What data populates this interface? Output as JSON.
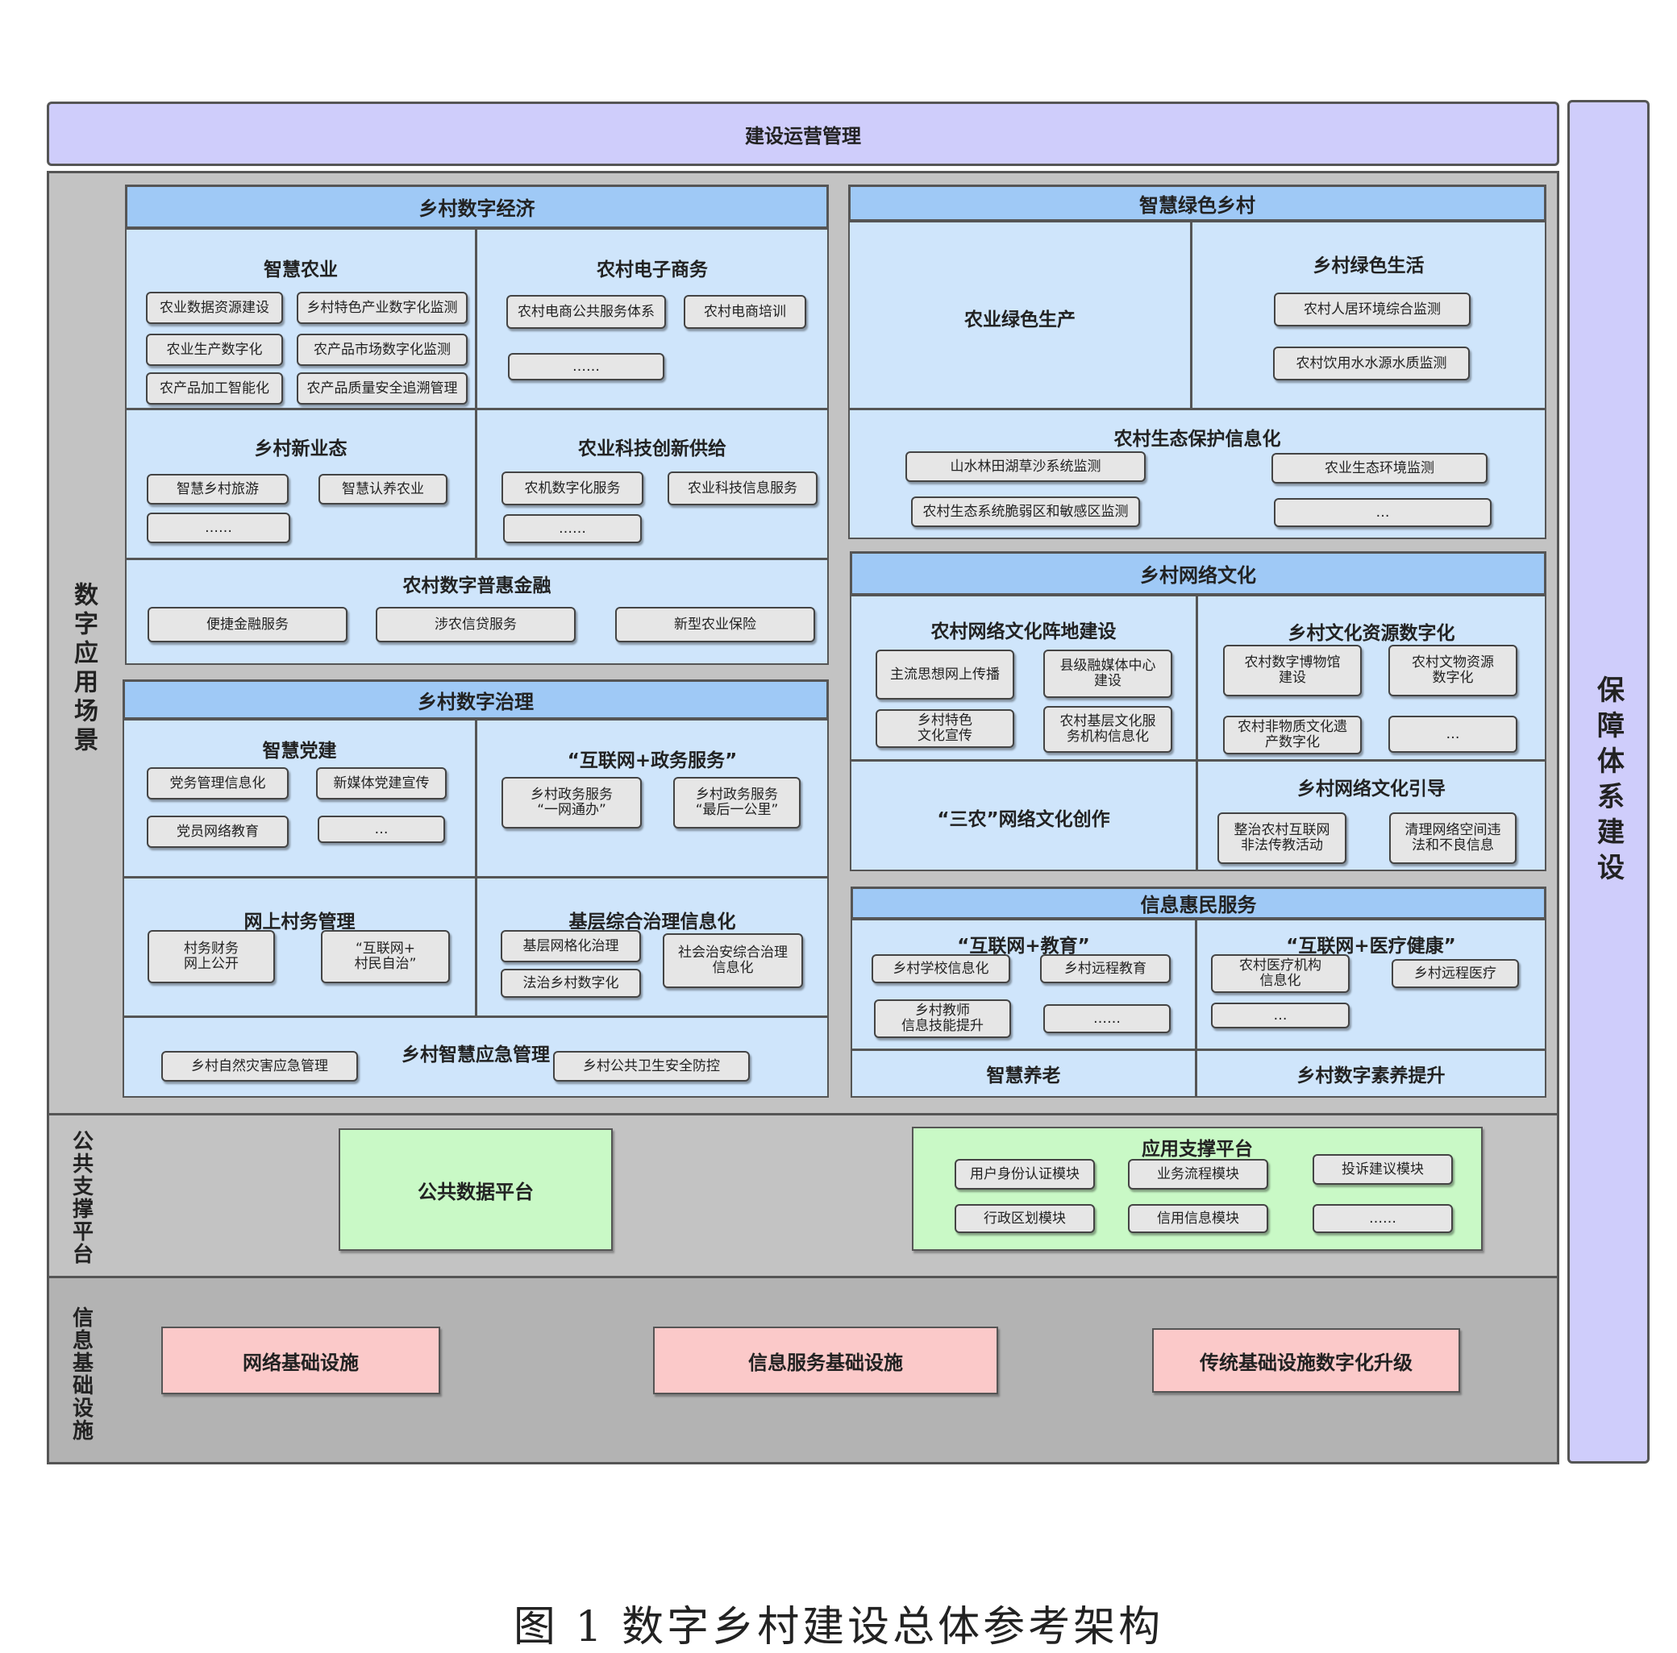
{
  "top_bar": "建设运营管理",
  "right_bar": "保障体系建设",
  "layers": {
    "app": "数字应用场景",
    "support": "公共支撑平台",
    "infra": "信息基础设施"
  },
  "economy": {
    "title": "乡村数字经济",
    "smart_agri": {
      "title": "智慧农业",
      "items": [
        "农业数据资源建设",
        "乡村特色产业数字化监测",
        "农业生产数字化",
        "农产品市场数字化监测",
        "农产品加工智能化",
        "农产品质量安全追溯管理"
      ]
    },
    "ecommerce": {
      "title": "农村电子商务",
      "items": [
        "农村电商公共服务体系",
        "农村电商培训",
        "……"
      ]
    },
    "new_biz": {
      "title": "乡村新业态",
      "items": [
        "智慧乡村旅游",
        "智慧认养农业",
        "……"
      ]
    },
    "agri_tech": {
      "title": "农业科技创新供给",
      "items": [
        "农机数字化服务",
        "农业科技信息服务",
        "……"
      ]
    },
    "finance": {
      "title": "农村数字普惠金融",
      "items": [
        "便捷金融服务",
        "涉农信贷服务",
        "新型农业保险"
      ]
    }
  },
  "governance": {
    "title": "乡村数字治理",
    "party": {
      "title": "智慧党建",
      "items": [
        "党务管理信息化",
        "新媒体党建宣传",
        "党员网络教育",
        "…"
      ]
    },
    "gov_service": {
      "title": "“互联网+政务服务”",
      "items": [
        "乡村政务服务\n“一网通办”",
        "乡村政务服务\n“最后一公里”"
      ]
    },
    "village_affairs": {
      "title": "网上村务管理",
      "items": [
        "村务财务\n网上公开",
        "“互联网+\n村民自治”"
      ]
    },
    "grassroots": {
      "title": "基层综合治理信息化",
      "items": [
        "基层网格化治理",
        "法治乡村数字化",
        "社会治安综合治理\n信息化"
      ]
    },
    "emergency": {
      "title": "乡村智慧应急管理",
      "items": [
        "乡村自然灾害应急管理",
        "乡村公共卫生安全防控"
      ]
    }
  },
  "green": {
    "title": "智慧绿色乡村",
    "production": "农业绿色生产",
    "life": {
      "title": "乡村绿色生活",
      "items": [
        "农村人居环境综合监测",
        "农村饮用水水源水质监测"
      ]
    },
    "eco": {
      "title": "农村生态保护信息化",
      "items": [
        "山水林田湖草沙系统监测",
        "农业生态环境监测",
        "农村生态系统脆弱区和敏感区监测",
        "…"
      ]
    }
  },
  "culture": {
    "title": "乡村网络文化",
    "position": {
      "title": "农村网络文化阵地建设",
      "items": [
        "主流思想网上传播",
        "县级融媒体中心\n建设",
        "乡村特色\n文化宣传",
        "农村基层文化服\n务机构信息化"
      ]
    },
    "resources": {
      "title": "乡村文化资源数字化",
      "items": [
        "农村数字博物馆\n建设",
        "农村文物资源\n数字化",
        "农村非物质文化遗\n产数字化",
        "…"
      ]
    },
    "creation": "“三农”网络文化创作",
    "guidance": {
      "title": "乡村网络文化引导",
      "items": [
        "整治农村互联网\n非法传教活动",
        "清理网络空间违\n法和不良信息"
      ]
    }
  },
  "welfare": {
    "title": "信息惠民服务",
    "education": {
      "title": "“互联网+教育”",
      "items": [
        "乡村学校信息化",
        "乡村远程教育",
        "乡村教师\n信息技能提升",
        "……"
      ]
    },
    "health": {
      "title": "“互联网+医疗健康”",
      "items": [
        "农村医疗机构\n信息化",
        "乡村远程医疗",
        "…"
      ]
    },
    "elderly": "智慧养老",
    "literacy": "乡村数字素养提升"
  },
  "support": {
    "data_platform": "公共数据平台",
    "app_platform": {
      "title": "应用支撑平台",
      "items": [
        "用户身份认证模块",
        "业务流程模块",
        "投诉建议模块",
        "行政区划模块",
        "信用信息模块",
        "……"
      ]
    }
  },
  "infra": {
    "items": [
      "网络基础设施",
      "信息服务基础设施",
      "传统基础设施数字化升级"
    ]
  },
  "caption": "图 1  数字乡村建设总体参考架构"
}
